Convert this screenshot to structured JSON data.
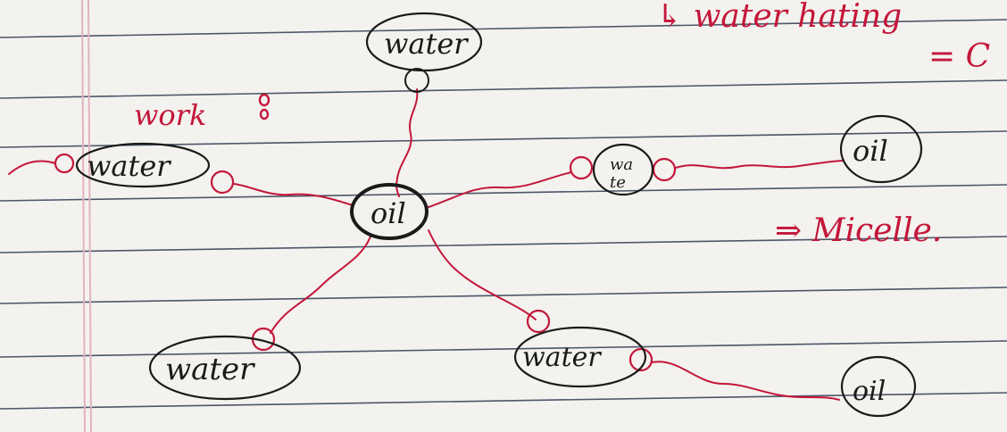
{
  "notes": {
    "top_right": "↳ water hating",
    "top_right_sym": "= C",
    "work": "work",
    "micelle": "⇒ Micelle."
  },
  "nodes": {
    "center_oil": "oil",
    "top_water": "water",
    "left_water": "water",
    "mid_water_line1": "wa",
    "mid_water_line2": "te",
    "right_oil_top": "oil",
    "bottom_left_water": "water",
    "bottom_right_water": "water",
    "right_oil_bottom": "oil"
  },
  "colors": {
    "paper": "#f3f2ee",
    "rule_line": "#2f3b52",
    "margin_line": "#e2b3bf",
    "ink_black": "#1a1a1a",
    "ink_red": "#c4163a"
  }
}
